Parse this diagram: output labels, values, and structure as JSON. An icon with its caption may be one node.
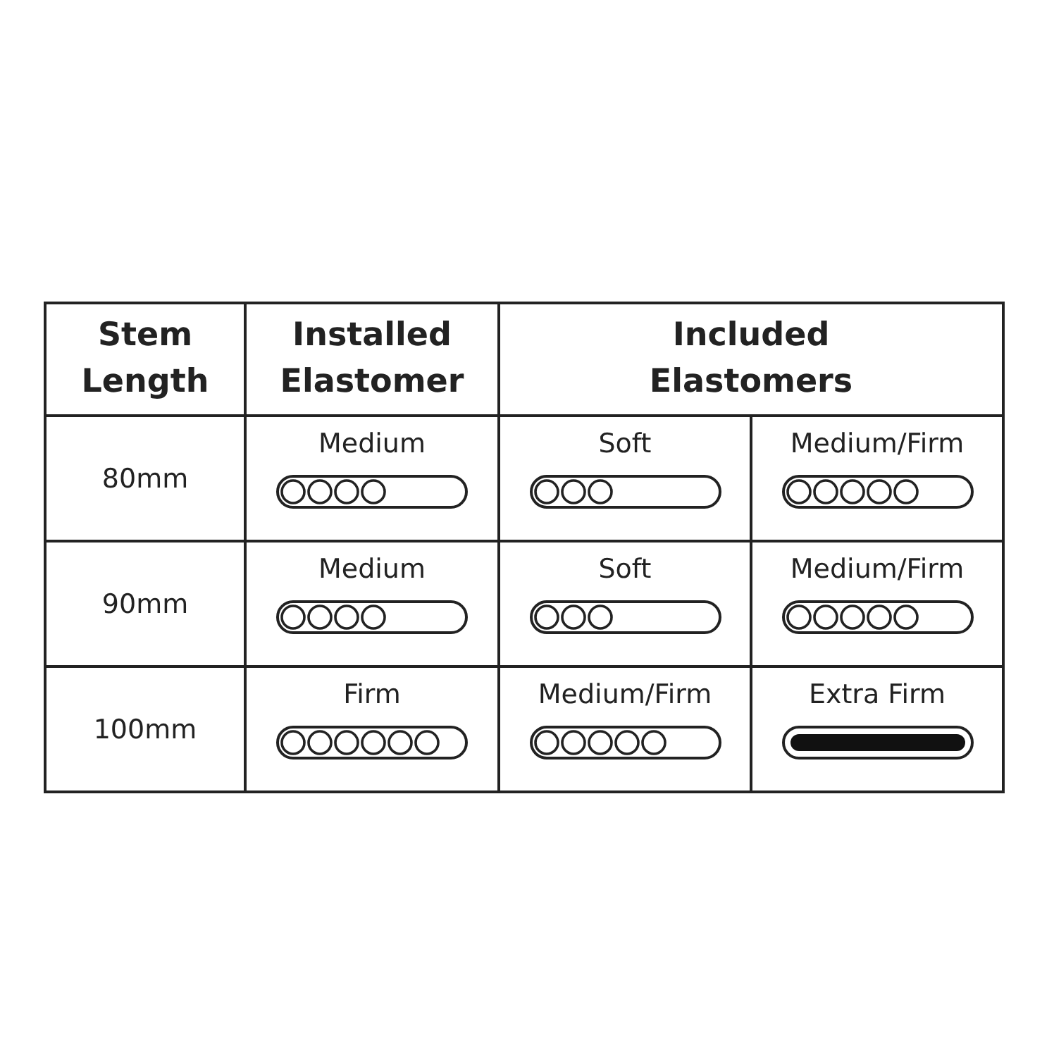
{
  "diagram": {
    "labels": [
      "Stem Length",
      "Installed Elastomer",
      "Included Elastomers",
      "80mm",
      "Medium",
      "Soft",
      "Medium/Firm",
      "90mm",
      "Medium",
      "Soft",
      "Medium/Firm",
      "100mm",
      "Firm",
      "Medium/Firm",
      "Extra Firm"
    ]
  }
}
